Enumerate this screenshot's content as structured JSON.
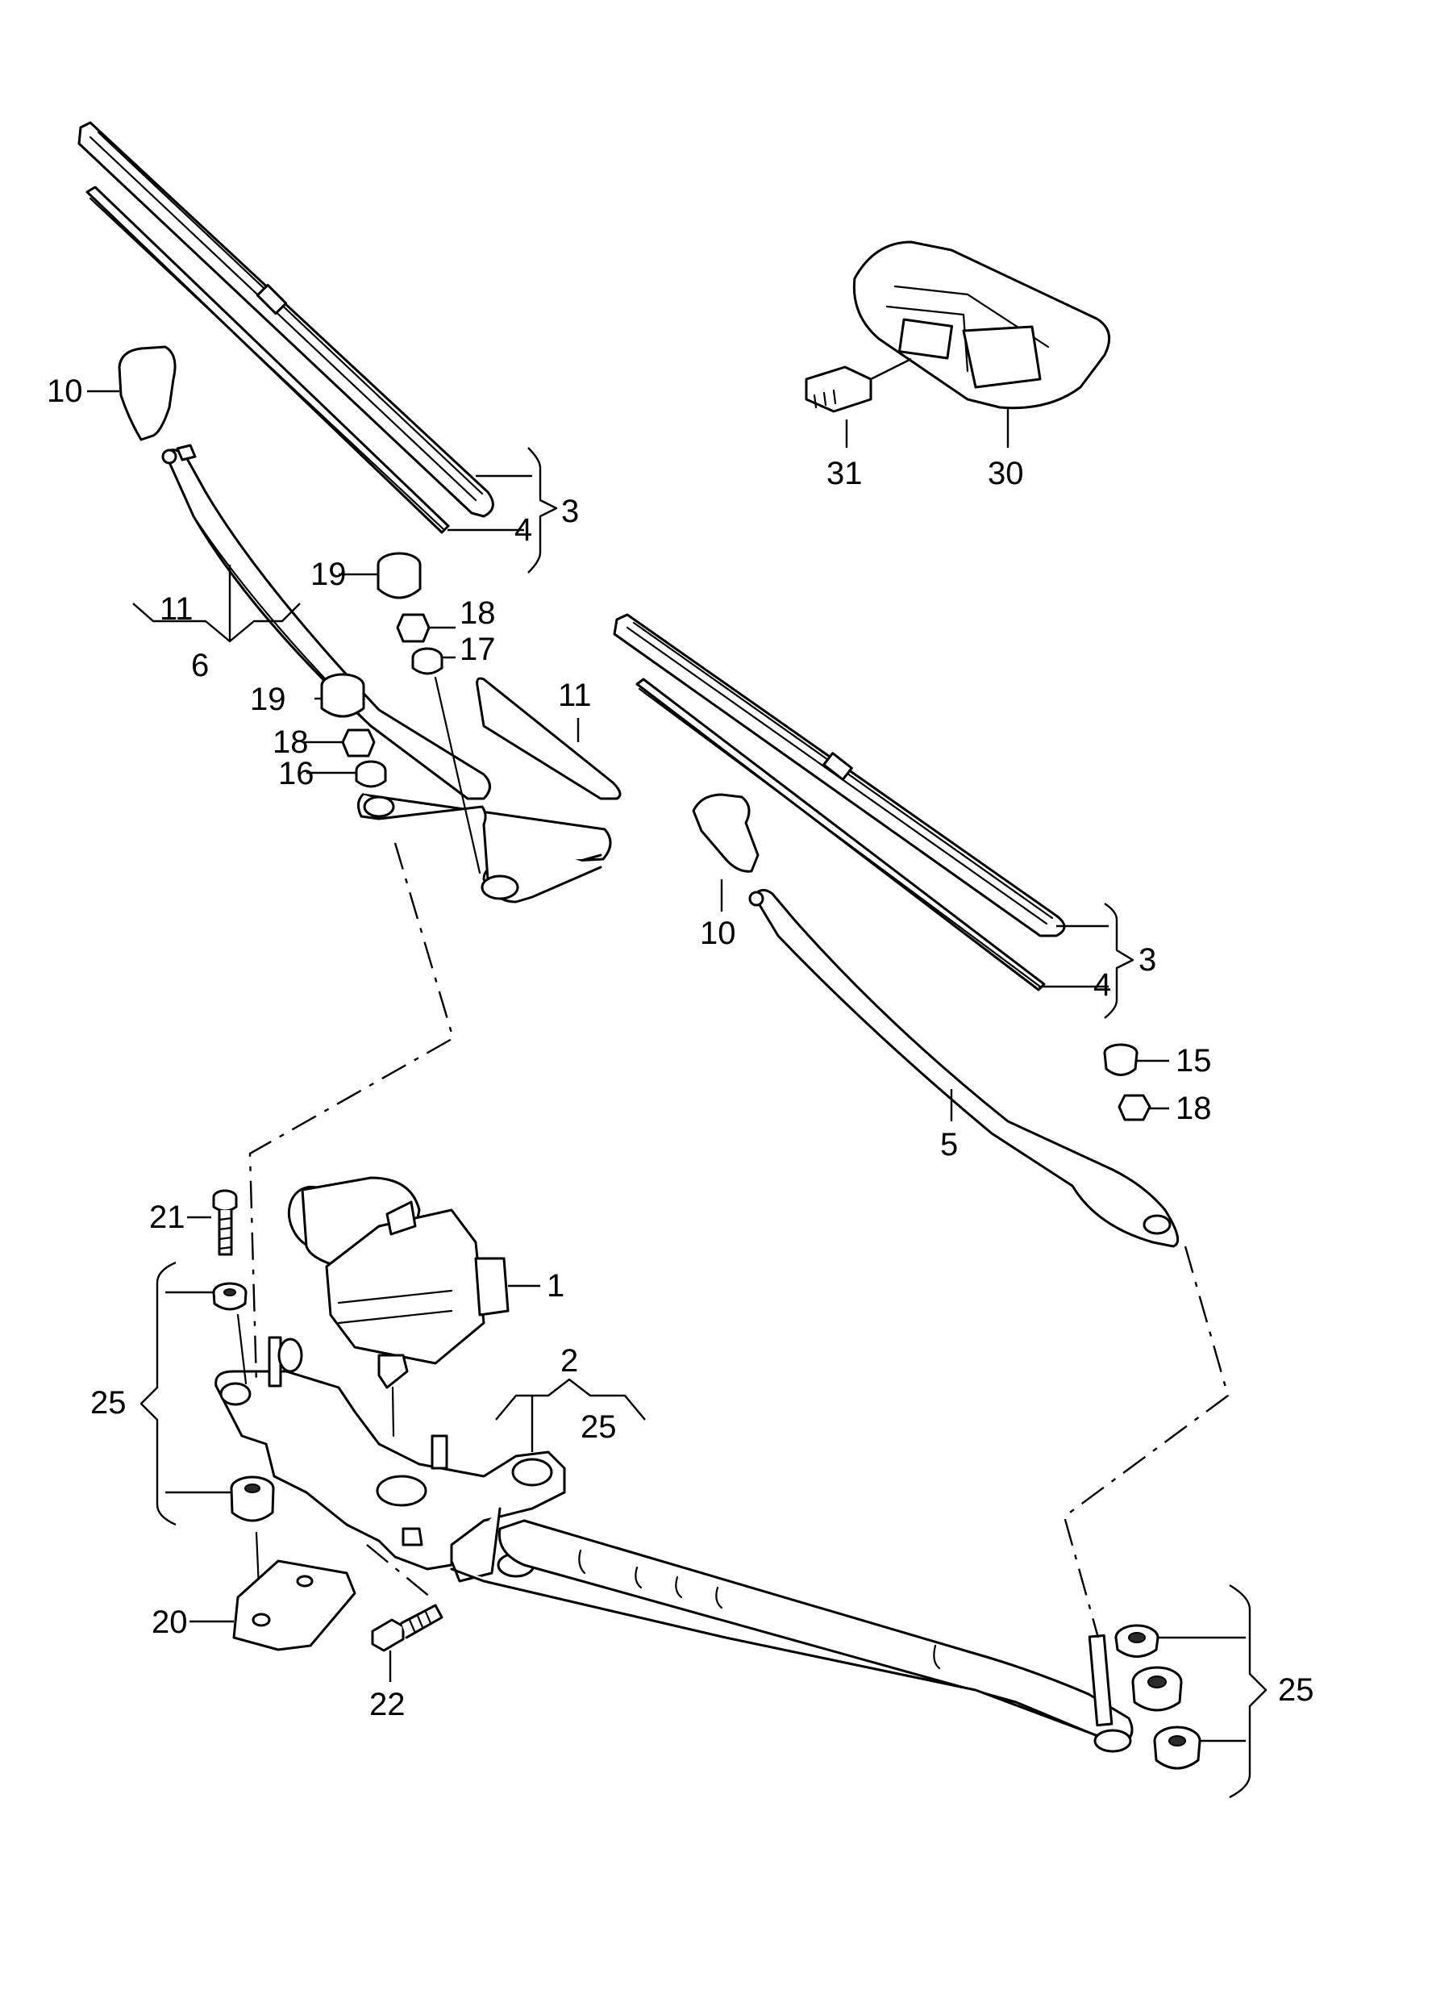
{
  "diagram": {
    "callouts": {
      "c1": "1",
      "c2": "2",
      "c3_left": "3",
      "c3_right": "3",
      "c4_left": "4",
      "c4_right": "4",
      "c5": "5",
      "c6": "6",
      "c10_left": "10",
      "c10_right": "10",
      "c11_brace": "11",
      "c11_cover": "11",
      "c15": "15",
      "c16": "16",
      "c17": "17",
      "c18_upper": "18",
      "c18_lower": "18",
      "c18_right": "18",
      "c19_upper": "19",
      "c19_lower": "19",
      "c20": "20",
      "c21": "21",
      "c22": "22",
      "c25_left": "25",
      "c25_center": "25",
      "c25_right": "25",
      "c30": "30",
      "c31": "31"
    }
  }
}
